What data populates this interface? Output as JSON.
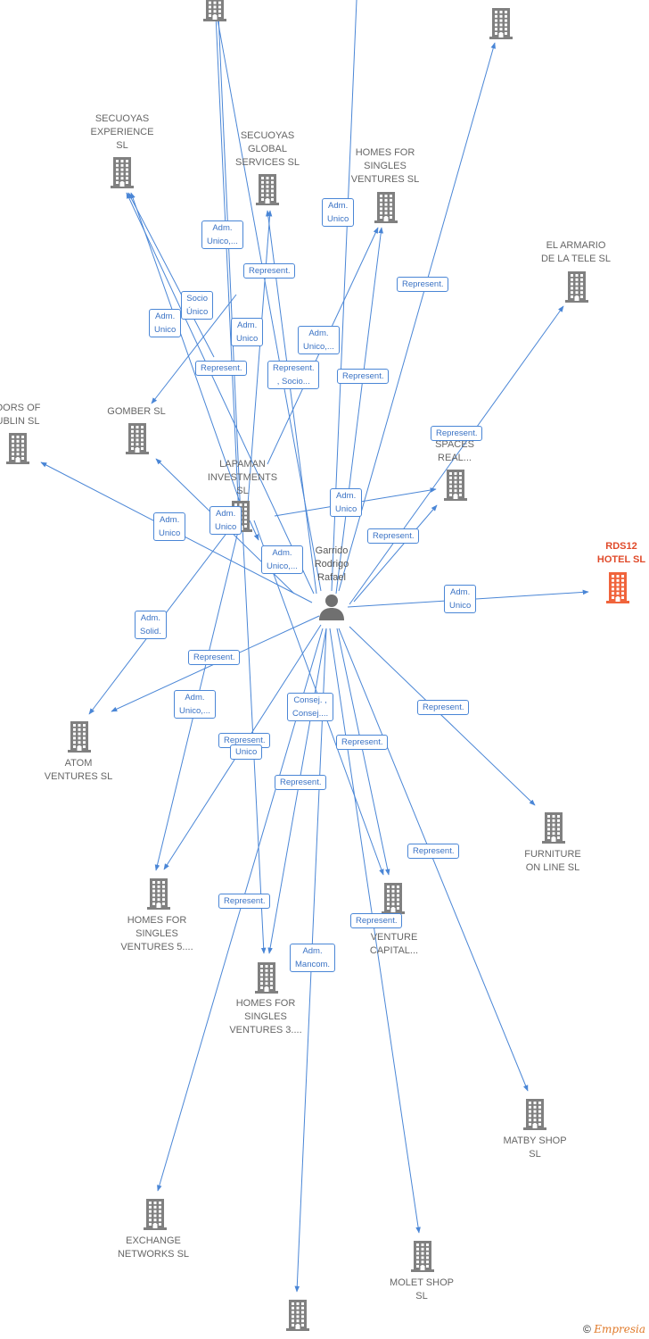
{
  "colors": {
    "edge": "#4a86d6",
    "building": "#808080",
    "building_main": "#f0643c",
    "person": "#707070"
  },
  "person": {
    "name": "Garrido\nRodrigo\nRafael"
  },
  "nodes": [
    {
      "id": "top-left",
      "label": ""
    },
    {
      "id": "top-right",
      "label": ""
    },
    {
      "id": "secuoyas-experience",
      "label": "SECUOYAS\nEXPERIENCE\nSL"
    },
    {
      "id": "secuoyas-global",
      "label": "SECUOYAS\nGLOBAL\nSERVICES SL"
    },
    {
      "id": "homes-singles-ventures",
      "label": "HOMES FOR\nSINGLES\nVENTURES  SL"
    },
    {
      "id": "el-armario",
      "label": "EL ARMARIO\nDE LA TELE SL"
    },
    {
      "id": "doors-dublin",
      "label": "OORS OF\nUBLIN SL"
    },
    {
      "id": "gomber",
      "label": "GOMBER SL"
    },
    {
      "id": "lapaman",
      "label": "LAPAMAN\nINVESTMENTS\nSL"
    },
    {
      "id": "spaces-real",
      "label": "SPACES\nREAL..."
    },
    {
      "id": "rds12",
      "label": "RDS12\nHOTEL  SL"
    },
    {
      "id": "atom",
      "label": "ATOM\nVENTURES  SL"
    },
    {
      "id": "furniture",
      "label": "FURNITURE\nON LINE SL"
    },
    {
      "id": "homes-5",
      "label": "HOMES FOR\nSINGLES\nVENTURES 5...."
    },
    {
      "id": "k-venture",
      "label": "A K\nVENTURE\nCAPITAL..."
    },
    {
      "id": "homes-3",
      "label": "HOMES FOR\nSINGLES\nVENTURES 3...."
    },
    {
      "id": "matby",
      "label": "MATBY SHOP\nSL"
    },
    {
      "id": "exchange",
      "label": "EXCHANGE\nNETWORKS SL"
    },
    {
      "id": "molet",
      "label": "MOLET SHOP\nSL"
    },
    {
      "id": "bottom",
      "label": ""
    }
  ],
  "edge_labels": [
    "Adm.\nUnico,...",
    "Represent.",
    "Socio\nÚnico",
    "Adm.\nUnico",
    "Adm.\nUnico",
    "Adm.\nUnico",
    "Represent.",
    "Adm.\nUnico,...",
    "Represent.\n, Socio...",
    "Represent.",
    "Represent.",
    "Represent.",
    "Adm.\nUnico",
    "Represent.",
    "Adm.\nUnico",
    "Adm.\nUnico",
    "Adm.\nUnico,...",
    "Adm.\nUnico",
    "Adm.\nSolid.",
    "Represent.",
    "Adm.\nUnico,...",
    "Consej. ,\nConsej....",
    "Represent.",
    "Unico",
    "Represent.",
    "Represent.",
    "Represent.",
    "Represent.",
    "Represent.",
    "Represent.",
    "Adm.\nMancom."
  ],
  "footer": {
    "copyright": "©",
    "brand": "Empresia"
  }
}
